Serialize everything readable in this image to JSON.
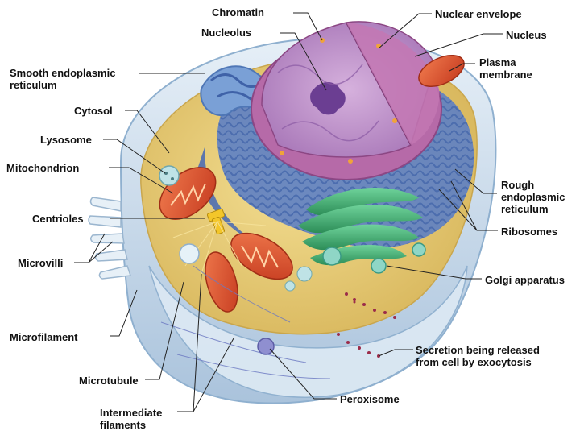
{
  "labels": {
    "chromatin": "Chromatin",
    "nucleolus": "Nucleolus",
    "nuclear_envelope": "Nuclear envelope",
    "nucleus": "Nucleus",
    "plasma_membrane": [
      "Plasma",
      "membrane"
    ],
    "smooth_er": [
      "Smooth endoplasmic",
      "reticulum"
    ],
    "cytosol": "Cytosol",
    "lysosome": "Lysosome",
    "mitochondrion": "Mitochondrion",
    "centrioles": "Centrioles",
    "microvilli": "Microvilli",
    "microfilament": "Microfilament",
    "microtubule": "Microtubule",
    "intermediate_filaments": [
      "Intermediate",
      "filaments"
    ],
    "rough_er": [
      "Rough",
      "endoplasmic",
      "reticulum"
    ],
    "ribosomes": "Ribosomes",
    "golgi": "Golgi apparatus",
    "secretion": [
      "Secretion being released",
      "from cell by exocytosis"
    ],
    "peroxisome": "Peroxisome"
  },
  "colors": {
    "cytosol": "#e8cf7a",
    "membrane": "#cfe0ee",
    "nucleus": "#b66aa8",
    "nucleoplasm": "#c79ad0",
    "rough_er": "#5d7fc4",
    "smooth_er": "#7aa0d6",
    "mitochondrion": "#e4552f",
    "golgi": "#3fae6e",
    "lysosome": "#bfe3e6",
    "peroxisome": "#8f8fd0",
    "ribosome": "#9b2c4a",
    "leader": "#222222"
  }
}
